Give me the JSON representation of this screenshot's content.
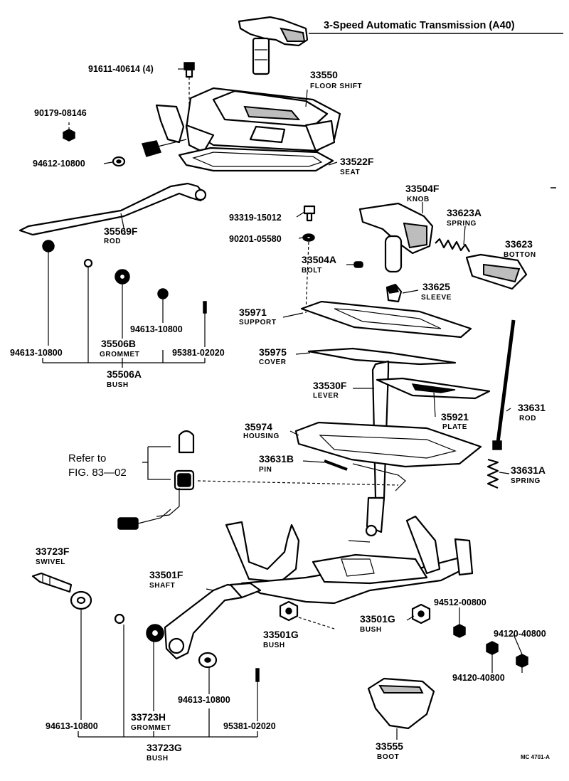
{
  "title": "3-Speed Automatic Transmission (A40)",
  "reference": {
    "line1": "Refer to",
    "line2": "FIG. 83—02"
  },
  "figure_code": "MC 4701-A",
  "parts": {
    "p91611": {
      "number": "91611-40614 (4)"
    },
    "p33550": {
      "number": "33550",
      "name": "FLOOR SHIFT"
    },
    "p90179": {
      "number": "90179-08146"
    },
    "p94612": {
      "number": "94612-10800"
    },
    "p33522F": {
      "number": "33522F",
      "name": "SEAT"
    },
    "p35569F": {
      "number": "35569F",
      "name": "ROD"
    },
    "p33504F": {
      "number": "33504F",
      "name": "KNOB"
    },
    "p93319": {
      "number": "93319-15012"
    },
    "p90201": {
      "number": "90201-05580"
    },
    "p33623A": {
      "number": "33623A",
      "name": "SPRING"
    },
    "p33623": {
      "number": "33623",
      "name": "BOTTON"
    },
    "p33504A": {
      "number": "33504A",
      "name": "BOLT"
    },
    "p33625": {
      "number": "33625",
      "name": "SLEEVE"
    },
    "p35971": {
      "number": "35971",
      "name": "SUPPORT"
    },
    "p94613a": {
      "number": "94613-10800"
    },
    "p94613b": {
      "number": "94613-10800"
    },
    "p35506B": {
      "number": "35506B",
      "name": "GROMMET"
    },
    "p95381a": {
      "number": "95381-02020"
    },
    "p35506A": {
      "number": "35506A",
      "name": "BUSH"
    },
    "p35975": {
      "number": "35975",
      "name": "COVER"
    },
    "p33530F": {
      "number": "33530F",
      "name": "LEVER"
    },
    "p35921": {
      "number": "35921",
      "name": "PLATE"
    },
    "p33631": {
      "number": "33631",
      "name": "ROD"
    },
    "p35974": {
      "number": "35974",
      "name": "HOUSING"
    },
    "p33631B": {
      "number": "33631B",
      "name": "PIN"
    },
    "p33631A": {
      "number": "33631A",
      "name": "SPRING"
    },
    "p33723F": {
      "number": "33723F",
      "name": "SWIVEL"
    },
    "p33501F": {
      "number": "33501F",
      "name": "SHAFT"
    },
    "p94512": {
      "number": "94512-00800"
    },
    "p33501Ga": {
      "number": "33501G",
      "name": "BUSH"
    },
    "p33501Gb": {
      "number": "33501G",
      "name": "BUSH"
    },
    "p94120a": {
      "number": "94120-40800"
    },
    "p94120b": {
      "number": "94120-40800"
    },
    "p94613c": {
      "number": "94613-10800"
    },
    "p94613d": {
      "number": "94613-10800"
    },
    "p33723H": {
      "number": "33723H",
      "name": "GROMMET"
    },
    "p95381b": {
      "number": "95381-02020"
    },
    "p33723G": {
      "number": "33723G",
      "name": "BUSH"
    },
    "p33555": {
      "number": "33555",
      "name": "BOOT"
    }
  }
}
